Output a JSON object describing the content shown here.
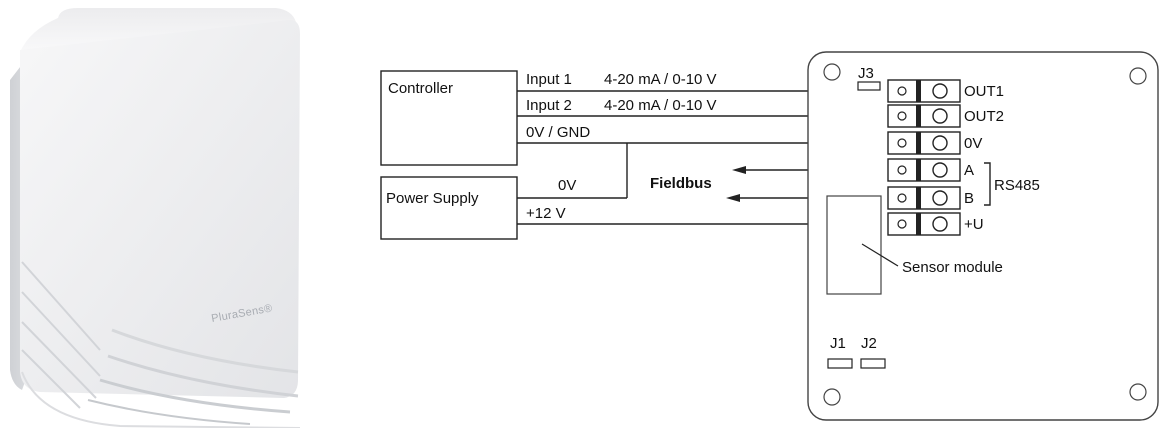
{
  "product": {
    "brand_label": "PluraSens®"
  },
  "diagram": {
    "controller_label": "Controller",
    "power_supply_label": "Power Supply",
    "input1_label": "Input 1",
    "input1_range": "4-20 mA / 0-10 V",
    "input2_label": "Input 2",
    "input2_range": "4-20 mA / 0-10 V",
    "gnd_label": "0V / GND",
    "ps_0v_label": "0V",
    "ps_12v_label": "+12 V",
    "fieldbus_label": "Fieldbus",
    "jumper_j3": "J3",
    "jumper_j1": "J1",
    "jumper_j2": "J2",
    "terminals": [
      "OUT1",
      "OUT2",
      "0V",
      "A",
      "B",
      "+U"
    ],
    "rs485_label": "RS485",
    "sensor_module_label": "Sensor module"
  }
}
